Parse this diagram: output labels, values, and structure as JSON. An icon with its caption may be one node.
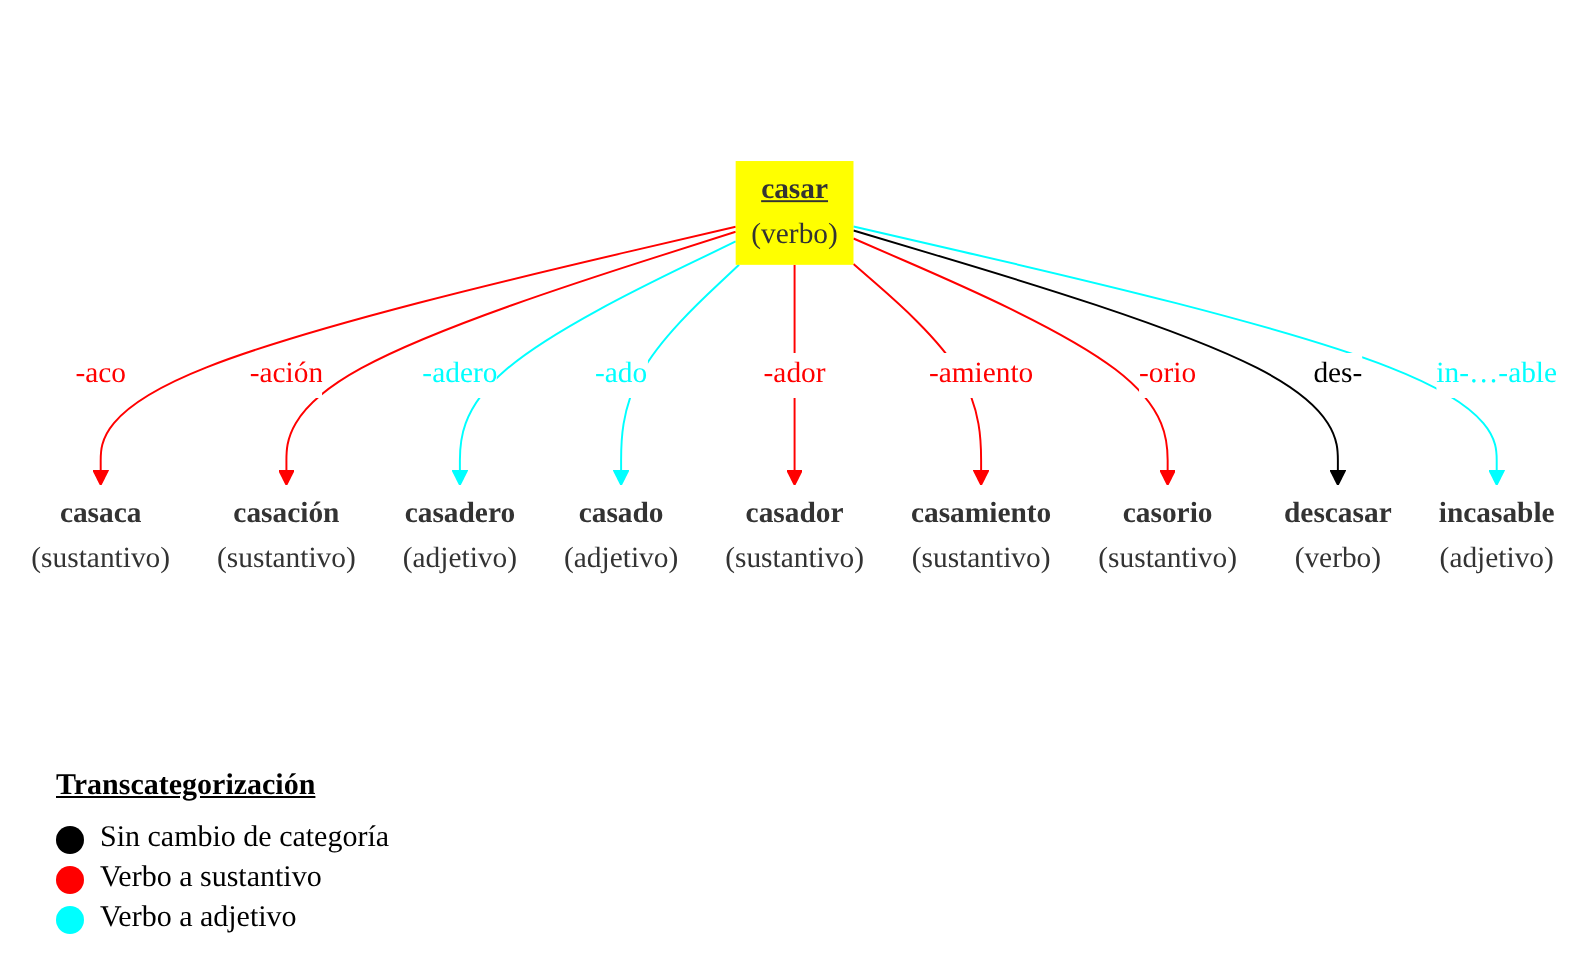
{
  "diagram": {
    "nodes": [
      {
        "text": [
          "casar",
          "(verbo)"
        ]
      },
      {
        "text": [
          "casaca",
          "(sustantivo)"
        ]
      },
      {
        "text": [
          "casación",
          "(sustantivo)"
        ]
      },
      {
        "text": [
          "casadero",
          "(adjetivo)"
        ]
      },
      {
        "text": [
          "casado",
          "(adjetivo)"
        ]
      },
      {
        "text": [
          "casador",
          "(sustantivo)"
        ]
      },
      {
        "text": [
          "casamiento",
          "(sustantivo)"
        ]
      },
      {
        "text": [
          "casorio",
          "(sustantivo)"
        ]
      },
      {
        "text": [
          "descasar",
          "(verbo)"
        ]
      },
      {
        "text": [
          "incasable",
          "(adjetivo)"
        ]
      }
    ],
    "edges": [
      {
        "from": 0,
        "to": 1,
        "arrow": "to",
        "label": "-aco",
        "color": "#ff0000"
      },
      {
        "from": 0,
        "to": 2,
        "arrow": "to",
        "label": "-ación",
        "color": "#ff0000"
      },
      {
        "from": 0,
        "to": 3,
        "arrow": "to",
        "label": "-adero",
        "color": "#00ffff"
      },
      {
        "from": 0,
        "to": 4,
        "arrow": "to",
        "label": "-ado",
        "color": "#00ffff"
      },
      {
        "from": 0,
        "to": 5,
        "arrow": "to",
        "label": "-ador",
        "color": "#ff0000"
      },
      {
        "from": 0,
        "to": 6,
        "arrow": "to",
        "label": "-amiento",
        "color": "#ff0000"
      },
      {
        "from": 0,
        "to": 7,
        "arrow": "to",
        "label": "-orio",
        "color": "#ff0000"
      },
      {
        "from": 0,
        "to": 8,
        "arrow": "to",
        "label": "des-",
        "color": "#000000"
      },
      {
        "from": 0,
        "to": 9,
        "arrow": "to",
        "label": "in-…-able",
        "color": "#00ffff"
      }
    ],
    "labels": [
      "Transcategorización"
    ],
    "legend": [
      {
        "text": "Sin cambio de categoría",
        "color": "#000000"
      },
      {
        "text": "Verbo a sustantivo",
        "color": "#ff0000"
      },
      {
        "text": "Verbo a adjetivo",
        "color": "#00ffff"
      }
    ]
  }
}
